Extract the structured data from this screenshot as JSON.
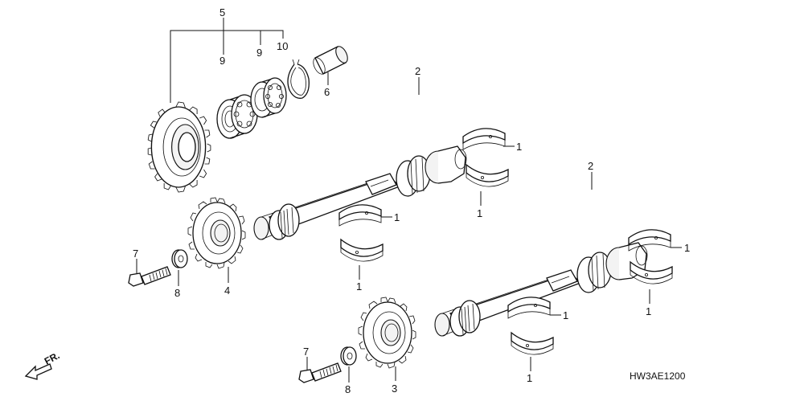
{
  "diagram_code": "HW3AE1200",
  "direction_label": "FR.",
  "callouts": [
    {
      "id": "c5",
      "label": "5"
    },
    {
      "id": "c9a",
      "label": "9"
    },
    {
      "id": "c9b",
      "label": "9"
    },
    {
      "id": "c10",
      "label": "10"
    },
    {
      "id": "c6",
      "label": "6"
    },
    {
      "id": "c2a",
      "label": "2"
    },
    {
      "id": "c1a",
      "label": "1"
    },
    {
      "id": "c1b",
      "label": "1"
    },
    {
      "id": "c1c",
      "label": "1"
    },
    {
      "id": "c1d",
      "label": "1"
    },
    {
      "id": "c7a",
      "label": "7"
    },
    {
      "id": "c8a",
      "label": "8"
    },
    {
      "id": "c4",
      "label": "4"
    },
    {
      "id": "c2b",
      "label": "2"
    },
    {
      "id": "c1e",
      "label": "1"
    },
    {
      "id": "c1f",
      "label": "1"
    },
    {
      "id": "c1g",
      "label": "1"
    },
    {
      "id": "c1h",
      "label": "1"
    },
    {
      "id": "c7b",
      "label": "7"
    },
    {
      "id": "c8b",
      "label": "8"
    },
    {
      "id": "c3",
      "label": "3"
    }
  ]
}
